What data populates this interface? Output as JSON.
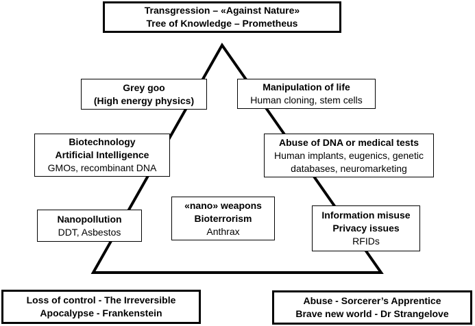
{
  "top": {
    "line1": "Transgression –  «Against Nature»",
    "line2": "Tree of Knowledge – Prometheus"
  },
  "grey_goo": {
    "line1": "Grey goo",
    "line2": "(High energy physics)"
  },
  "manipulation": {
    "title": "Manipulation of life",
    "detail": "Human cloning, stem cells"
  },
  "biotech": {
    "line1": "Biotechnology",
    "line2": "Artificial Intelligence",
    "detail": "GMOs,  recombinant DNA"
  },
  "abuse_dna": {
    "title": "Abuse of DNA or medical tests",
    "detail1": "Human implants, eugenics, genetic",
    "detail2": "databases, neuromarketing"
  },
  "nanopollution": {
    "title": "Nanopollution",
    "detail": "DDT, Asbestos"
  },
  "nano_weapons": {
    "line1": "«nano»  weapons",
    "line2": "Bioterrorism",
    "detail": "Anthrax"
  },
  "info_misuse": {
    "line1": "Information misuse",
    "line2": "Privacy issues",
    "detail": "RFIDs"
  },
  "bottom_left": {
    "line1": "Loss of control  -  The Irreversible",
    "line2": "Apocalypse  -  Frankenstein"
  },
  "bottom_right": {
    "line1": "Abuse  -  Sorcerer’s Apprentice",
    "line2": "Brave new world  -  Dr Strangelove"
  }
}
